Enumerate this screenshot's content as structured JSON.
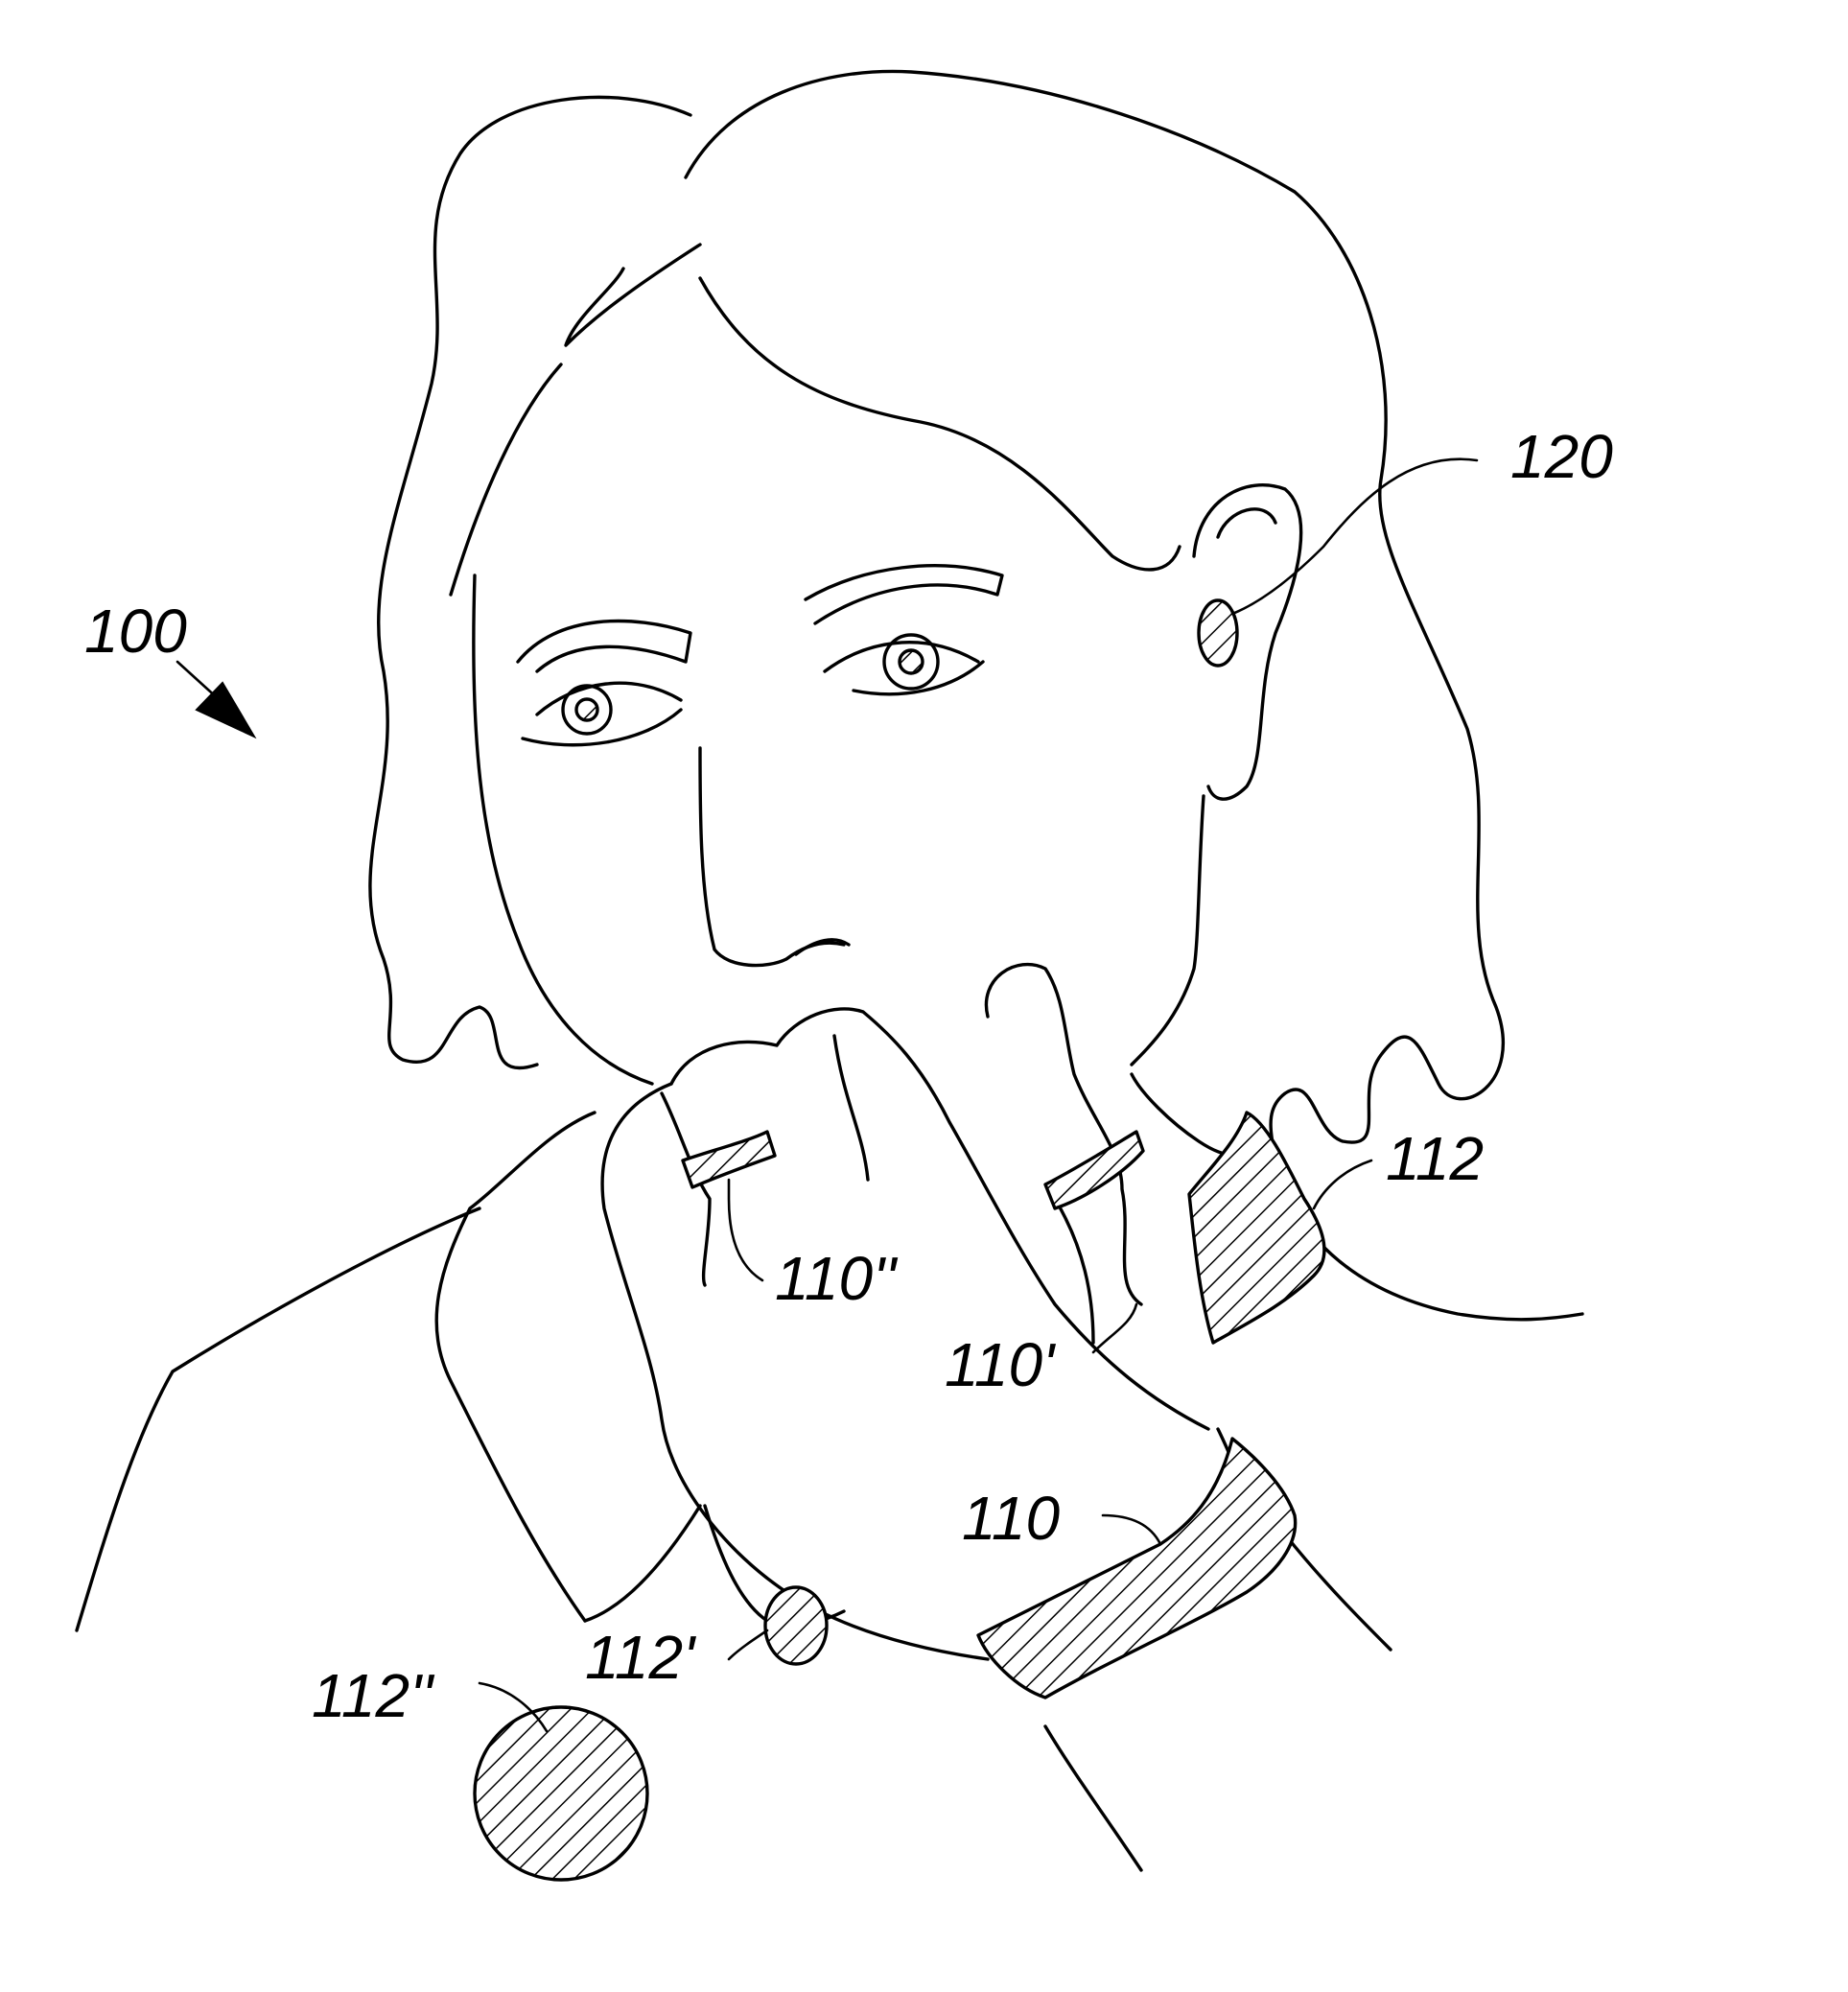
{
  "figure": {
    "reference_numerals": {
      "system": "100",
      "ear_device": "120",
      "wrist_device_right": "112",
      "ring_device_index": "110''",
      "ring_device_middle": "110'",
      "wrist_device_left": "110",
      "collar_button_device": "112'",
      "pendant_device": "112''"
    }
  }
}
